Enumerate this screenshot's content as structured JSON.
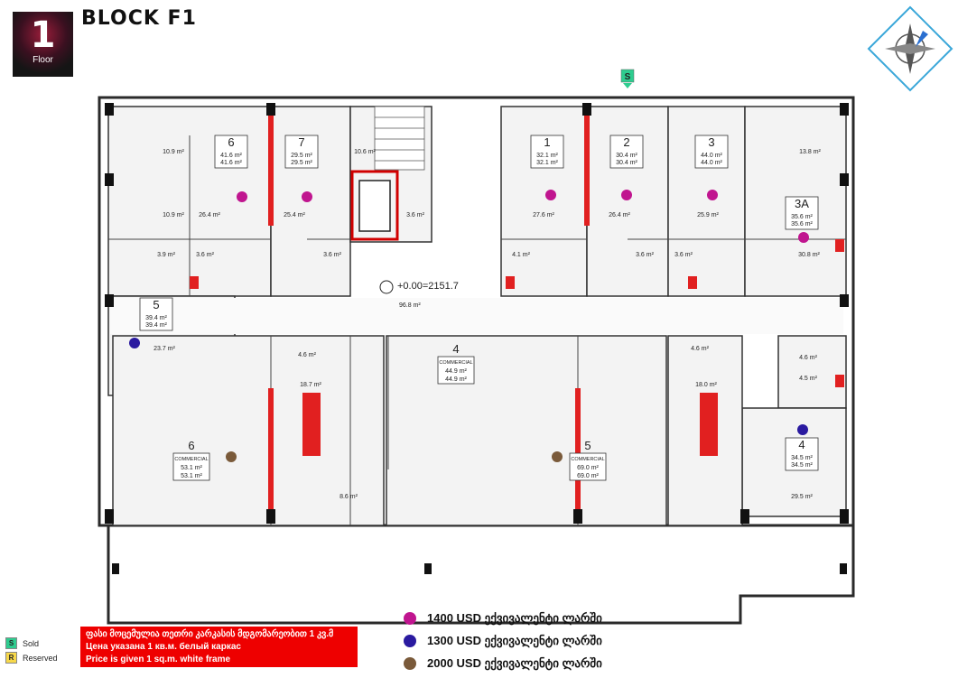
{
  "header": {
    "floor_number": "1",
    "floor_label": "Floor",
    "block_title": "BLOCK F1"
  },
  "plan": {
    "sold_marker": "S",
    "elevation": "+0.00=2151.7",
    "hall_area": "96.8 m²",
    "apartments": [
      {
        "id": "6",
        "area_a": "41.6 m²",
        "area_b": "41.6 m²"
      },
      {
        "id": "7",
        "area_a": "29.5 m²",
        "area_b": "29.5 m²"
      },
      {
        "id": "1",
        "area_a": "32.1 m²",
        "area_b": "32.1 m²"
      },
      {
        "id": "2",
        "area_a": "30.4 m²",
        "area_b": "30.4 m²"
      },
      {
        "id": "3",
        "area_a": "44.0 m²",
        "area_b": "44.0 m²"
      },
      {
        "id": "3A",
        "area_a": "35.6 m²",
        "area_b": "35.6 m²"
      },
      {
        "id": "5",
        "area_a": "39.4 m²",
        "area_b": "39.4 m²"
      },
      {
        "id": "4",
        "area_a": "34.5 m²",
        "area_b": "34.5 m²"
      }
    ],
    "commercial": [
      {
        "id": "4",
        "type": "COMMERCIAL",
        "area_a": "44.9 m²",
        "area_b": "44.9 m²"
      },
      {
        "id": "6",
        "type": "COMMERCIAL",
        "area_a": "53.1 m²",
        "area_b": "53.1 m²"
      },
      {
        "id": "5",
        "type": "COMMERCIAL",
        "area_a": "69.0 m²",
        "area_b": "69.0 m²"
      }
    ],
    "room_areas": [
      "10.9 m²",
      "10.9 m²",
      "26.4 m²",
      "25.4 m²",
      "10.6 m²",
      "3.6 m²",
      "27.6 m²",
      "26.4 m²",
      "25.9 m²",
      "13.8 m²",
      "30.8 m²",
      "3.9 m²",
      "3.6 m²",
      "3.6 m²",
      "4.1 m²",
      "3.6 m²",
      "3.6 m²",
      "23.7 m²",
      "4.6 m²",
      "18.7 m²",
      "8.6 m²",
      "4.6 m²",
      "18.0 m²",
      "4.6 m²",
      "4.5 m²",
      "29.5 m²"
    ]
  },
  "notice": {
    "line_ka": "ფასი მოცემულია თეთრი კარკასის მდგომარეობით 1 კვ.მ",
    "line_ru": "Цена указана 1 кв.м. белый каркас",
    "line_en": "Price is given 1 sq.m. white frame"
  },
  "status_legend": {
    "sold_letter": "S",
    "sold_label": "Sold",
    "reserved_letter": "R",
    "reserved_label": "Reserved",
    "sold_color": "#2ecc8f",
    "reserved_color": "#f7d84a"
  },
  "price_legend": [
    {
      "color": "#c0158f",
      "label": "1400 USD ექვივალენტი ლარში"
    },
    {
      "color": "#2a1aa0",
      "label": "1300 USD ექვივალენტი ლარში"
    },
    {
      "color": "#7a5a3a",
      "label": "2000 USD ექვივალენტი ლარში"
    }
  ]
}
